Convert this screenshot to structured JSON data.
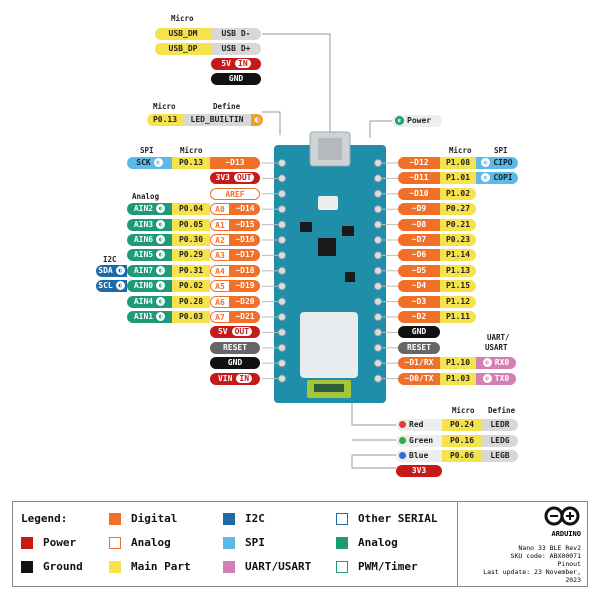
{
  "headers": {
    "micro_top": "Micro",
    "micro_mid": "Micro",
    "define_mid": "Define",
    "spi_left": "SPI",
    "micro_left": "Micro",
    "analog_left": "Analog",
    "i2c_left": "I2C",
    "micro_right": "Micro",
    "spi_right": "SPI",
    "uart_right_1": "UART/",
    "uart_right_2": "USART",
    "micro_led": "Micro",
    "define_led": "Define"
  },
  "usb": {
    "dm_micro": "USB_DM",
    "dm": "USB D-",
    "dp_micro": "USB_DP",
    "dp": "USB D+",
    "v5": "5V",
    "v5_tag": "IN",
    "gnd": "GND"
  },
  "led": {
    "micro": "P0.13",
    "define": "LED_BUILTIN",
    "power": "Power"
  },
  "left_pins": [
    {
      "cls": "dig",
      "text": "~D13",
      "micro": "P0.13",
      "spi": "SCK"
    },
    {
      "cls": "pwr",
      "text": "3V3",
      "tag": "OUT"
    },
    {
      "cls": "ana",
      "text": "AREF"
    },
    {
      "cls": "dig",
      "text": "~D14",
      "an": "A0",
      "micro": "P0.04",
      "analog": "AIN2"
    },
    {
      "cls": "dig",
      "text": "~D15",
      "an": "A1",
      "micro": "P0.05",
      "analog": "AIN3"
    },
    {
      "cls": "dig",
      "text": "~D16",
      "an": "A2",
      "micro": "P0.30",
      "analog": "AIN6"
    },
    {
      "cls": "dig",
      "text": "~D17",
      "an": "A3",
      "micro": "P0.29",
      "analog": "AIN5"
    },
    {
      "cls": "dig",
      "text": "~D18",
      "an": "A4",
      "micro": "P0.31",
      "analog": "AIN7",
      "i2c": "SDA"
    },
    {
      "cls": "dig",
      "text": "~D19",
      "an": "A5",
      "micro": "P0.02",
      "analog": "AIN0",
      "i2c": "SCL"
    },
    {
      "cls": "dig",
      "text": "~D20",
      "an": "A6",
      "micro": "P0.28",
      "analog": "AIN4"
    },
    {
      "cls": "dig",
      "text": "~D21",
      "an": "A7",
      "micro": "P0.03",
      "analog": "AIN1"
    },
    {
      "cls": "pwr",
      "text": "5V",
      "tag": "OUT"
    },
    {
      "cls": "rst",
      "text": "RESET"
    },
    {
      "cls": "gnd",
      "text": "GND"
    },
    {
      "cls": "pwr",
      "text": "VIN",
      "tag": "IN"
    }
  ],
  "right_pins": [
    {
      "cls": "dig",
      "text": "~D12",
      "micro": "P1.08",
      "spi": "CIPO"
    },
    {
      "cls": "dig",
      "text": "~D11",
      "micro": "P1.01",
      "spi": "COPI"
    },
    {
      "cls": "dig",
      "text": "~D10",
      "micro": "P1.02"
    },
    {
      "cls": "dig",
      "text": "~D9",
      "micro": "P0.27"
    },
    {
      "cls": "dig",
      "text": "~D8",
      "micro": "P0.21"
    },
    {
      "cls": "dig",
      "text": "~D7",
      "micro": "P0.23"
    },
    {
      "cls": "dig",
      "text": "~D6",
      "micro": "P1.14"
    },
    {
      "cls": "dig",
      "text": "~D5",
      "micro": "P1.13"
    },
    {
      "cls": "dig",
      "text": "~D4",
      "micro": "P1.15"
    },
    {
      "cls": "dig",
      "text": "~D3",
      "micro": "P1.12"
    },
    {
      "cls": "dig",
      "text": "~D2",
      "micro": "P1.11"
    },
    {
      "cls": "gnd",
      "text": "GND"
    },
    {
      "cls": "rst",
      "text": "RESET"
    },
    {
      "cls": "dig",
      "text": "~D1/RX",
      "micro": "P1.10",
      "uart": "RX0"
    },
    {
      "cls": "dig",
      "text": "~D0/TX",
      "micro": "P1.03",
      "uart": "TX0"
    }
  ],
  "rgb": [
    {
      "name": "Red",
      "micro": "P0.24",
      "define": "LEDR",
      "color": "#e23b3b"
    },
    {
      "name": "Green",
      "micro": "P0.16",
      "define": "LEDG",
      "color": "#2eae4a"
    },
    {
      "name": "Blue",
      "micro": "P0.06",
      "define": "LEGB",
      "color": "#2a6fd1"
    }
  ],
  "rgb_3v3": "3V3",
  "legend": {
    "title": "Legend:",
    "items": [
      {
        "label": "Power",
        "swatch": "#c51a1a",
        "outline": false
      },
      {
        "label": "Ground",
        "swatch": "#111111",
        "outline": false
      },
      {
        "label": "Digital",
        "swatch": "#f0702a",
        "outline": false
      },
      {
        "label": "Analog",
        "swatch": "#f0702a",
        "outline": true
      },
      {
        "label": "Main Part",
        "swatch": "#f6e24d",
        "outline": false
      },
      {
        "label": "I2C",
        "swatch": "#1d6aa5",
        "outline": false
      },
      {
        "label": "SPI",
        "swatch": "#5db9e6",
        "outline": false
      },
      {
        "label": "UART/USART",
        "swatch": "#d47fb3",
        "outline": false
      },
      {
        "label": "Other SERIAL",
        "swatch": "#1d6aa5",
        "outline": true
      },
      {
        "label": "Analog",
        "swatch": "#1e9a77",
        "outline": false
      },
      {
        "label": "PWM/Timer",
        "swatch": "#1e9a77",
        "outline": true
      }
    ]
  },
  "info": {
    "brand": "ARDUINO",
    "board": "Nano 33 BLE Rev2",
    "sku": "SKU code: ABX00071",
    "doc": "Pinout",
    "updated": "Last update: 23 November, 2023"
  },
  "colors": {
    "board": "#1f8ea8",
    "power": "#c51a1a",
    "digital": "#f0702a",
    "main_part": "#f6e24d"
  }
}
